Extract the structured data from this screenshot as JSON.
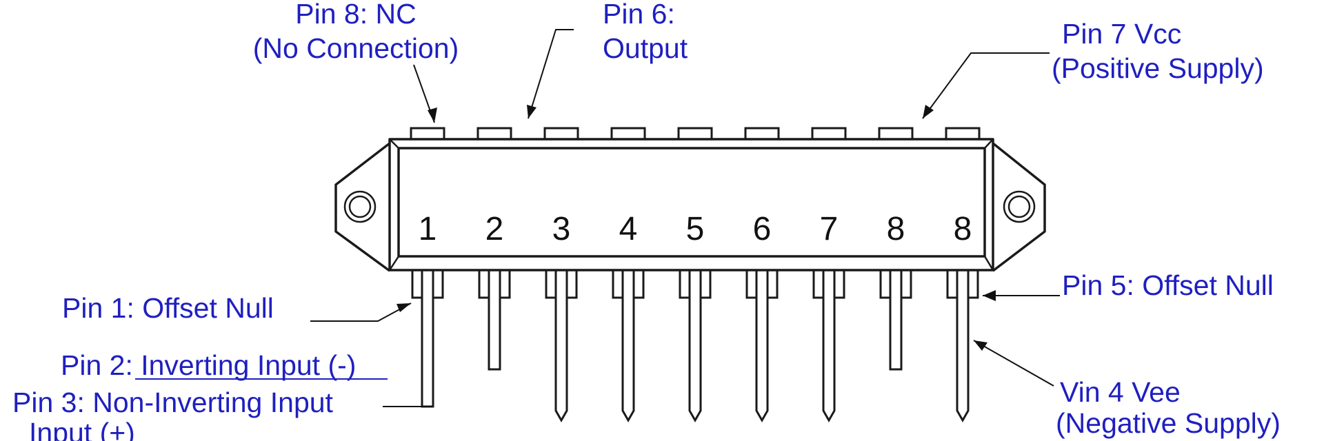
{
  "package": {
    "pin_numbers": [
      "1",
      "2",
      "3",
      "4",
      "5",
      "6",
      "7",
      "8",
      "8"
    ],
    "top_tab_count": 9
  },
  "labels": {
    "pin8_nc": {
      "line1": "Pin 8: NC",
      "line2": "(No Connection)"
    },
    "pin6_output": {
      "line1": "Pin 6:",
      "line2": "Output"
    },
    "pin7_vcc": {
      "line1": "Pin 7 Vcc",
      "line2": "(Positive Supply)"
    },
    "pin1_offset": {
      "line1": "Pin 1: Offset Null"
    },
    "pin2_inverting": {
      "prefix": "Pin 2",
      "rest": ": Inverting Input (-)"
    },
    "pin3_noninv": {
      "line1": "Pin 3: Non-Inverting Input",
      "line2": "Input (+)"
    },
    "pin5_offset": {
      "line1": "Pin 5: Offset Null"
    },
    "vin4_vee": {
      "line1": "Vin 4 Vee",
      "line2": "(Negative Supply)"
    }
  },
  "colors": {
    "label_text": "#1f1fc0",
    "outline": "#1a1a1a"
  }
}
